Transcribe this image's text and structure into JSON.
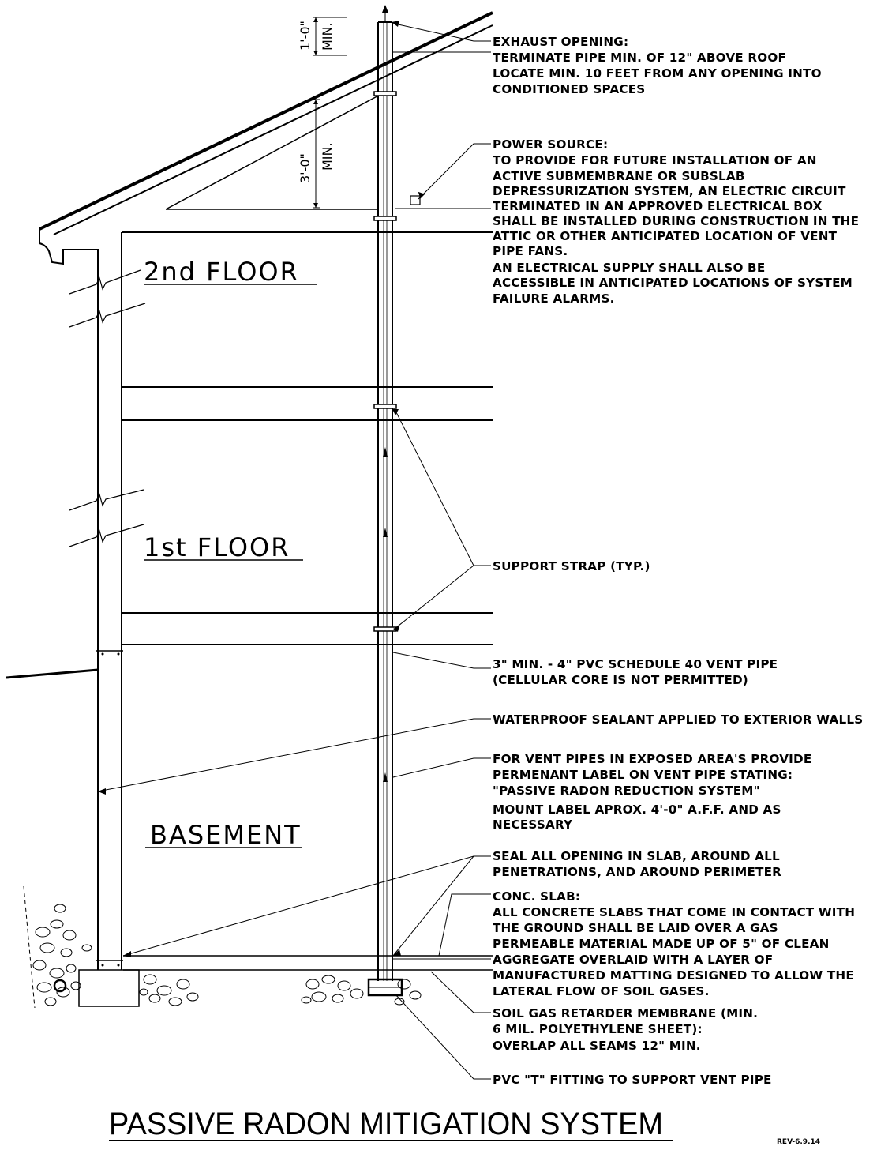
{
  "title": "PASSIVE RADON MITIGATION SYSTEM",
  "revision": "REV-6.9.14",
  "floors": {
    "second": "2nd FLOOR",
    "first": "1st FLOOR",
    "basement": "BASEMENT"
  },
  "dimensions": {
    "exhaust_height": "1'-0\"",
    "exhaust_min": "MIN.",
    "roof_clearance": "3'-0\"",
    "roof_min": "MIN."
  },
  "notes": {
    "exhaust": [
      "EXHAUST OPENING:",
      "TERMINATE PIPE MIN. OF 12\" ABOVE ROOF",
      "LOCATE MIN. 10 FEET FROM ANY OPENING INTO",
      "CONDITIONED SPACES"
    ],
    "power": [
      "POWER SOURCE:",
      "TO PROVIDE FOR FUTURE INSTALLATION OF AN",
      "ACTIVE SUBMEMBRANE OR SUBSLAB",
      "DEPRESSURIZATION SYSTEM, AN ELECTRIC CIRCUIT",
      "TERMINATED IN AN APPROVED ELECTRICAL BOX",
      "SHALL BE INSTALLED DURING CONSTRUCTION IN THE",
      "ATTIC OR OTHER ANTICIPATED LOCATION OF VENT",
      "PIPE FANS.",
      "AN ELECTRICAL SUPPLY SHALL ALSO BE",
      "ACCESSIBLE IN ANTICIPATED LOCATIONS OF SYSTEM",
      "FAILURE ALARMS."
    ],
    "strap": [
      "SUPPORT STRAP (TYP.)"
    ],
    "pipe": [
      "3\" MIN. - 4\" PVC SCHEDULE 40 VENT PIPE",
      "(CELLULAR CORE IS NOT PERMITTED)"
    ],
    "sealant": [
      "WATERPROOF SEALANT APPLIED TO EXTERIOR WALLS"
    ],
    "label": [
      "FOR VENT PIPES IN EXPOSED AREA'S PROVIDE",
      "PERMENANT LABEL ON VENT PIPE STATING:",
      "\"PASSIVE RADON REDUCTION SYSTEM\"",
      "MOUNT LABEL APROX. 4'-0\" A.F.F. AND AS",
      "NECESSARY"
    ],
    "seal": [
      "SEAL ALL OPENING IN SLAB, AROUND ALL",
      "PENETRATIONS, AND AROUND PERIMETER"
    ],
    "slab": [
      "CONC. SLAB:",
      "ALL CONCRETE SLABS THAT COME IN CONTACT WITH",
      "THE GROUND SHALL BE LAID OVER A GAS",
      "PERMEABLE MATERIAL MADE UP OF 5\" OF CLEAN",
      "AGGREGATE OVERLAID WITH A LAYER OF",
      "MANUFACTURED MATTING DESIGNED TO ALLOW THE",
      "LATERAL FLOW OF SOIL GASES."
    ],
    "membrane": [
      "SOIL GAS RETARDER MEMBRANE (MIN.",
      "6 MIL. POLYETHYLENE SHEET):",
      "OVERLAP ALL SEAMS 12\" MIN."
    ],
    "fitting": [
      "PVC \"T\" FITTING TO SUPPORT VENT PIPE"
    ]
  }
}
